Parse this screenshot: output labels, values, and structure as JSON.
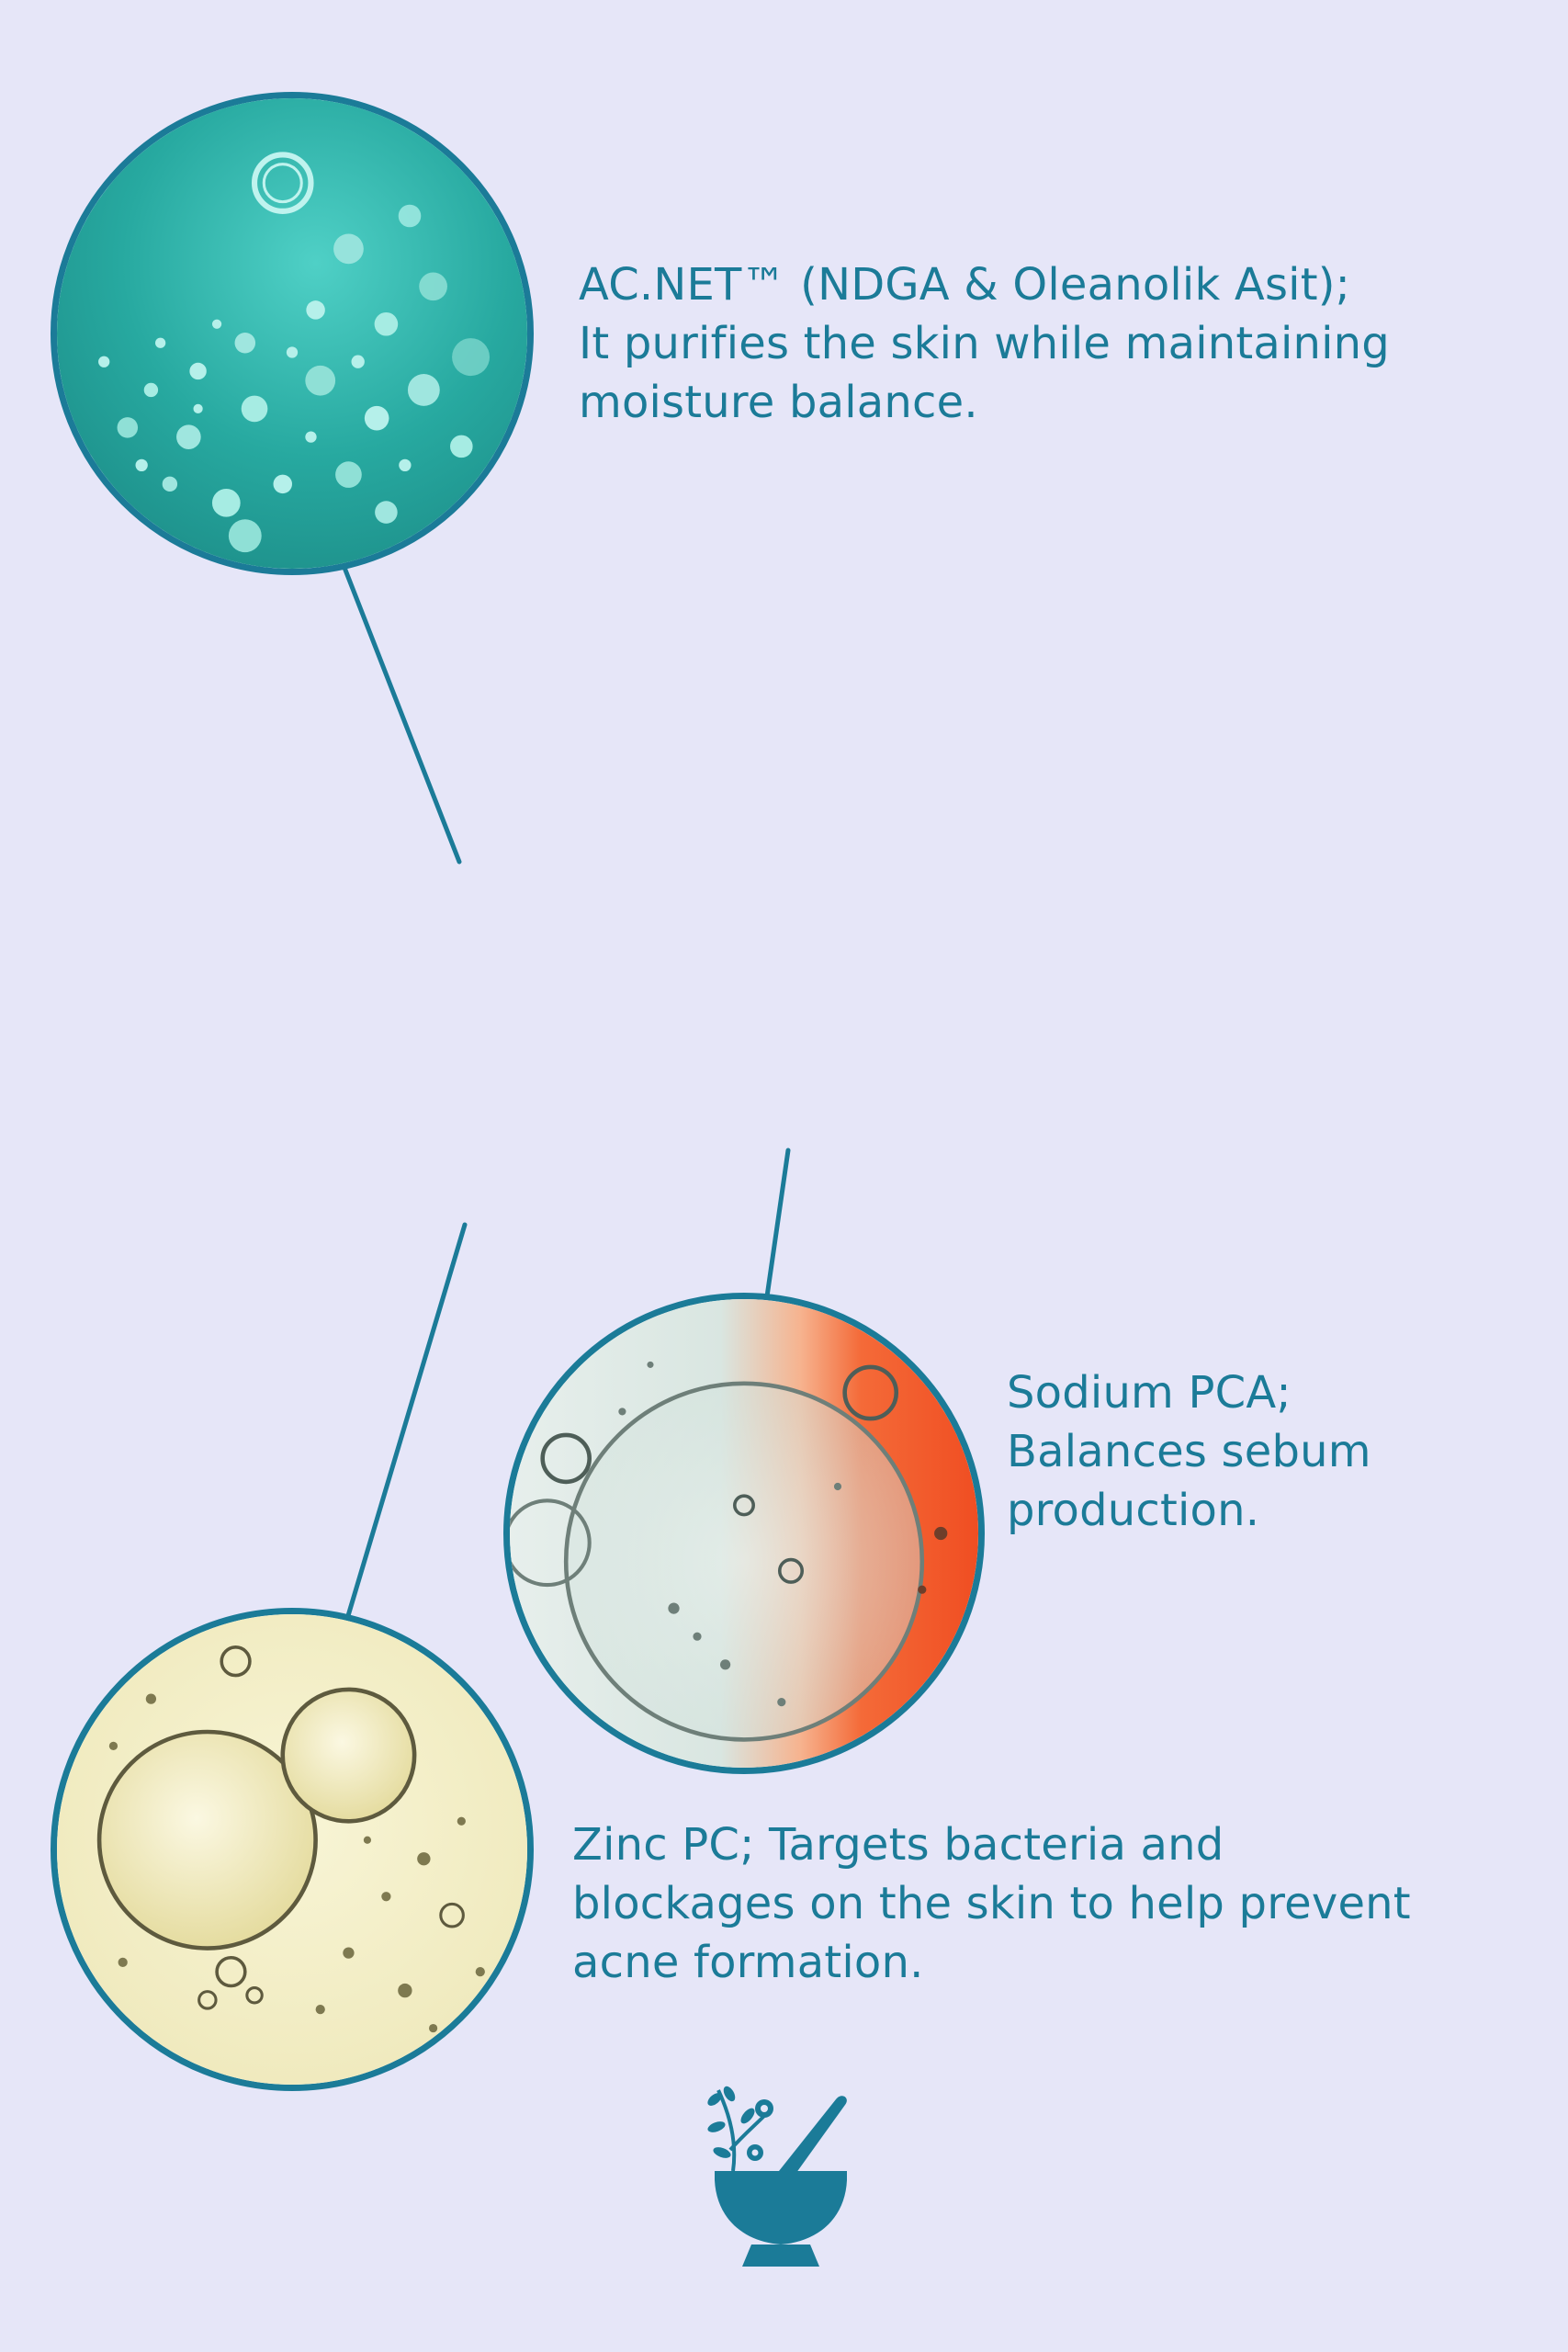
{
  "theme": {
    "background": "#E6E6F8",
    "accent": "#1B7B98"
  },
  "ingredients": [
    {
      "id": "acnet",
      "lines": [
        "AC.NET™ (NDGA & Oleanolik Asit);",
        "It purifies the skin while maintaining",
        "moisture balance."
      ],
      "image": "teal-bubbles-image",
      "tint": "#2FB3A8"
    },
    {
      "id": "sodium",
      "lines": [
        "Sodium PCA;",
        "Balances sebum",
        "production."
      ],
      "image": "oil-droplet-orange-image",
      "tint": "#F25A2A"
    },
    {
      "id": "zinc",
      "lines": [
        "Zinc PC; Targets bacteria and",
        "blockages on the skin to help prevent",
        "acne formation."
      ],
      "image": "yellow-oil-bubbles-image",
      "tint": "#F1EDBF"
    }
  ],
  "footer": {
    "icon": "mortar-pestle-icon"
  }
}
